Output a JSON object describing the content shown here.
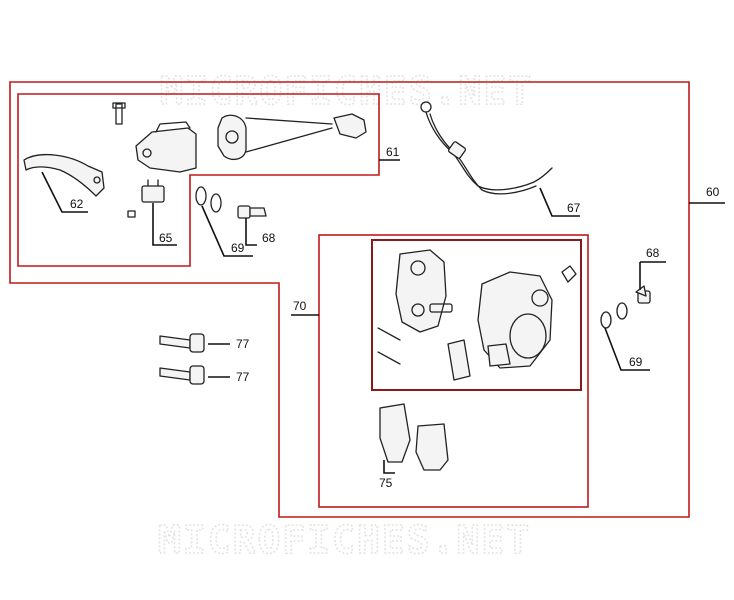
{
  "watermarks": {
    "top": "MICROFICHES.NET",
    "bottom": "MICROFICHES.NET"
  },
  "callouts": {
    "c60": "60",
    "c61": "61",
    "c62": "62",
    "c65": "65",
    "c67": "67",
    "c68a": "68",
    "c68b": "68",
    "c69a": "69",
    "c69b": "69",
    "c70": "70",
    "c75": "75",
    "c77a": "77",
    "c77b": "77"
  },
  "colors": {
    "frame_outer": "#c01a1a",
    "frame_inner": "#8a1a1a",
    "line": "#222222"
  }
}
